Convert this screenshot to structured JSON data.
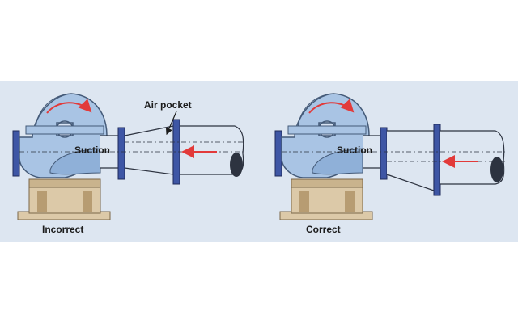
{
  "labels": {
    "left_caption": "Incorrect",
    "right_caption": "Correct",
    "left_suction": "Suction",
    "right_suction": "Suction",
    "air_pocket": "Air pocket"
  },
  "colors": {
    "panel_bg": "#dde6f1",
    "pump_blue": "#a9c4e4",
    "pump_stroke": "#445a78",
    "flange": "#3e56a5",
    "base": "#dcc9a8",
    "base_dark": "#b79c72",
    "arrow": "#e23a3a",
    "pipe_stroke": "#2d3340"
  }
}
